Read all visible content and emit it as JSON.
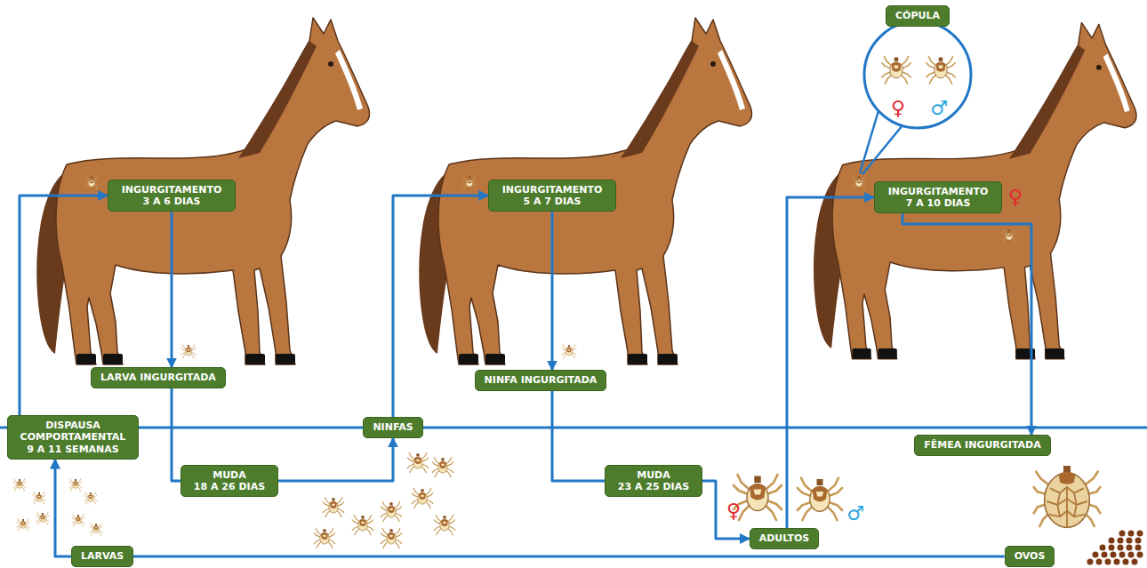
{
  "diagram": {
    "nodes": [
      {
        "text": [
          "INGURGITAMENTO",
          "3 A 6 DIAS"
        ]
      },
      {
        "text": [
          "LARVA INGURGITADA"
        ]
      },
      {
        "text": [
          "MUDA",
          "18 A 26 DIAS"
        ]
      },
      {
        "text": [
          "NINFAS"
        ]
      },
      {
        "text": [
          "INGURGITAMENTO",
          "5 A 7 DIAS"
        ]
      },
      {
        "text": [
          "NINFA INGURGITADA"
        ]
      },
      {
        "text": [
          "MUDA",
          "23 A 25 DIAS"
        ]
      },
      {
        "text": [
          "ADULTOS"
        ]
      },
      {
        "text": [
          "CÓPULA"
        ]
      },
      {
        "text": [
          "INGURGITAMENTO",
          "7 A 10 DIAS"
        ]
      },
      {
        "text": [
          "FÊMEA INGURGITADA"
        ]
      },
      {
        "text": [
          "OVOS"
        ]
      },
      {
        "text": [
          "LARVAS"
        ]
      },
      {
        "text": [
          "DISPAUSA COMPORTAMENTAL",
          "9 A 11 SEMANAS"
        ]
      }
    ],
    "edges": [
      {
        "from": 0,
        "to": 1,
        "arrow": "to"
      },
      {
        "from": 1,
        "to": 2,
        "arrow": "none"
      },
      {
        "from": 2,
        "to": 3,
        "arrow": "to"
      },
      {
        "from": 3,
        "to": 4,
        "arrow": "to"
      },
      {
        "from": 4,
        "to": 5,
        "arrow": "to"
      },
      {
        "from": 5,
        "to": 6,
        "arrow": "none"
      },
      {
        "from": 6,
        "to": 7,
        "arrow": "to"
      },
      {
        "from": 7,
        "to": 9,
        "arrow": "to"
      },
      {
        "from": 9,
        "to": 10,
        "arrow": "to"
      },
      {
        "from": 11,
        "to": 12,
        "arrow": "none"
      },
      {
        "from": 12,
        "to": 13,
        "arrow": "to"
      },
      {
        "from": 13,
        "to": 0,
        "arrow": "to"
      }
    ],
    "labels": [
      "♀",
      "♂",
      "♀",
      "♀",
      "♂"
    ]
  }
}
